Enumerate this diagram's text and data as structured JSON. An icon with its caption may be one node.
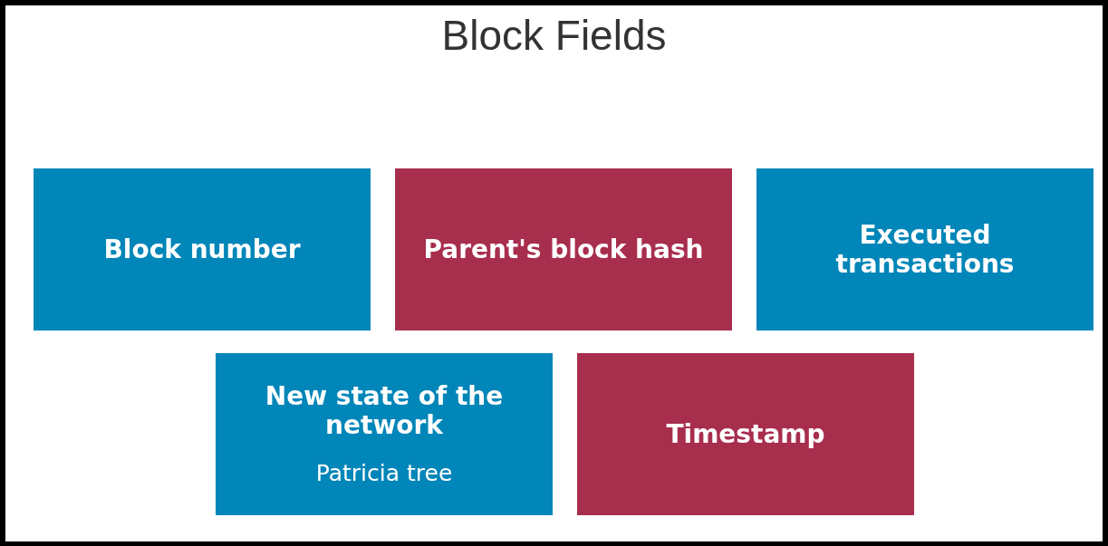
{
  "diagram": {
    "title": "Block Fields",
    "nodes": [
      {
        "text": [
          "Block number"
        ]
      },
      {
        "text": [
          "Parent's block hash"
        ]
      },
      {
        "text": [
          "Executed transactions"
        ]
      },
      {
        "text": [
          "New state of the network",
          "Patricia tree"
        ]
      },
      {
        "text": [
          "Timestamp"
        ]
      }
    ]
  }
}
